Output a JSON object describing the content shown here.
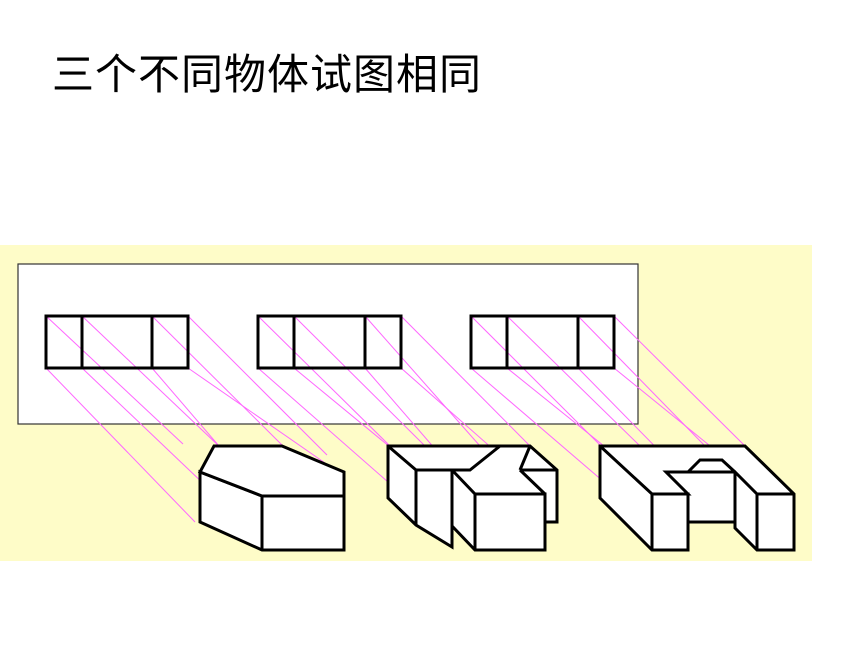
{
  "slide": {
    "title": "三个不同物体试图相同"
  },
  "figure": {
    "colors": {
      "panel_background": "#fefcc8",
      "view_background": "#ffffff",
      "frame_outline": "#333333",
      "edge": "#000000",
      "projection_line": "#ff66ff"
    },
    "front_views": [
      {
        "label": ""
      },
      {
        "label": ""
      },
      {
        "label": ""
      }
    ],
    "objects": [
      {
        "shape": "hexagonal prism"
      },
      {
        "shape": "stepped block"
      },
      {
        "shape": "U-shaped channel block"
      }
    ]
  }
}
